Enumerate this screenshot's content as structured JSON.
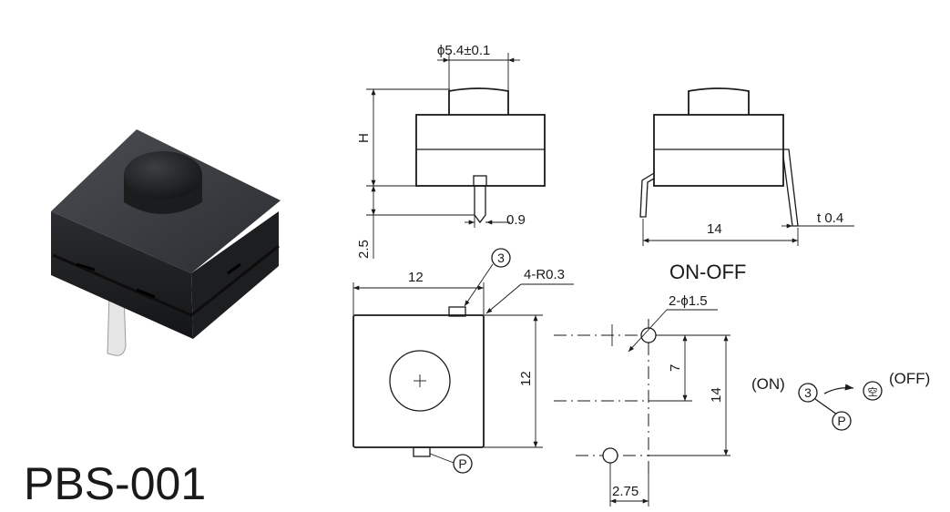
{
  "model": "PBS-001",
  "front_view": {
    "plunger_diameter": "ϕ5.4±0.1",
    "height": "H",
    "pin_length": "2.5",
    "pin_width": "0.9"
  },
  "side_view": {
    "width": "14",
    "thickness": "t 0.4"
  },
  "top_view": {
    "width": "12",
    "height": "12",
    "corner_radius": "4-R0.3",
    "terminal_3": "3",
    "terminal_p": "P"
  },
  "hole_pattern": {
    "title": "ON-OFF",
    "hole_diameter": "2-ϕ1.5",
    "spacing_7": "7",
    "spacing_14": "14",
    "offset": "2.75"
  },
  "schematic": {
    "on_label": "(ON)",
    "off_label": "(OFF)",
    "terminal_3": "3",
    "terminal_p": "P",
    "terminal_empty": "空"
  }
}
